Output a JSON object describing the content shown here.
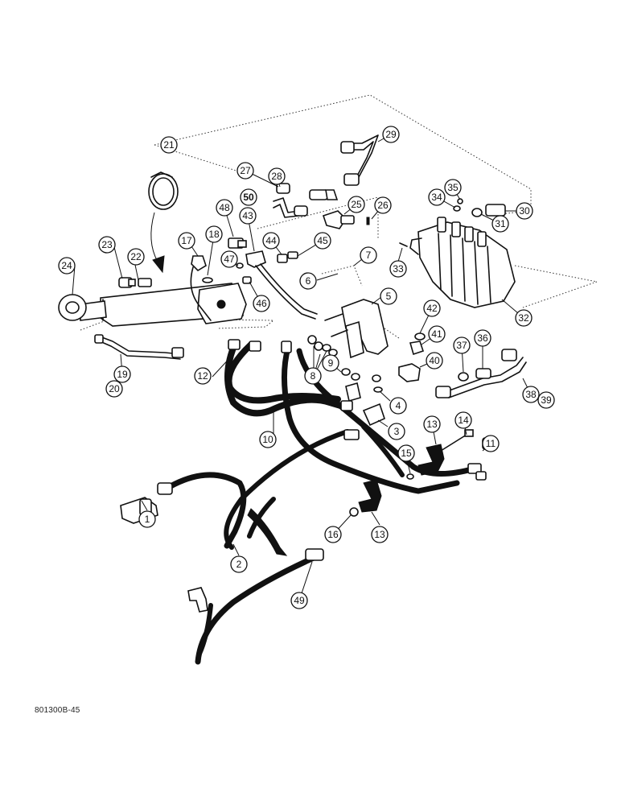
{
  "drawing_code": "801300B-45",
  "callouts": [
    "1",
    "2",
    "3",
    "4",
    "5",
    "6",
    "7",
    "8",
    "9",
    "10",
    "11",
    "12",
    "13",
    "13",
    "14",
    "15",
    "16",
    "17",
    "18",
    "19",
    "20",
    "21",
    "22",
    "23",
    "24",
    "25",
    "26",
    "27",
    "28",
    "29",
    "30",
    "31",
    "32",
    "33",
    "34",
    "35",
    "36",
    "37",
    "38",
    "39",
    "40",
    "41",
    "42",
    "43",
    "44",
    "45",
    "46",
    "47",
    "48",
    "49",
    "50"
  ]
}
